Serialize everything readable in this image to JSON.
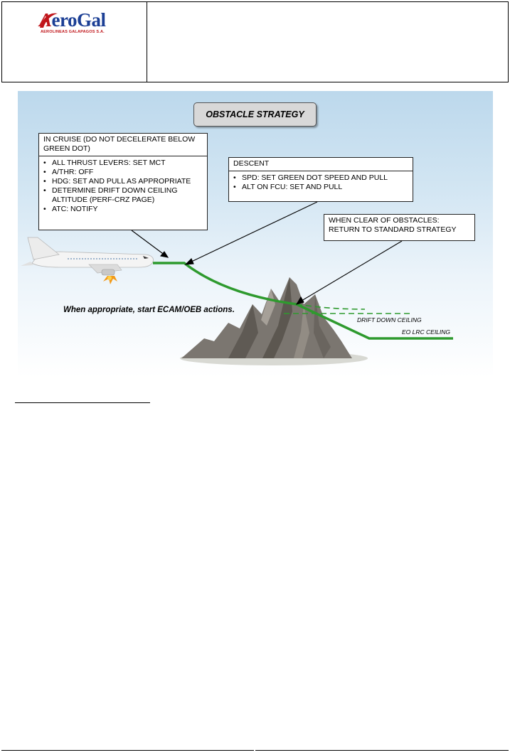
{
  "header": {
    "logo": {
      "name": "AeroGal",
      "subtitle": "AEROLINEAS GALAPAGOS S.A."
    },
    "right_cell": ""
  },
  "figure": {
    "title": "OBSTACLE STRATEGY",
    "cruise": {
      "heading": "IN CRUISE (DO NOT DECELERATE BELOW GREEN DOT)",
      "items": [
        "ALL THRUST LEVERS: SET MCT",
        "A/THR: OFF",
        "HDG: SET AND PULL AS APPROPRIATE",
        "DETERMINE DRIFT DOWN CEILING ALTITUDE (PERF-CRZ PAGE)",
        "ATC: NOTIFY"
      ]
    },
    "descent": {
      "heading": "DESCENT",
      "items": [
        "SPD: SET GREEN DOT SPEED AND PULL",
        "ALT ON FCU: SET AND PULL"
      ]
    },
    "clear": {
      "text": "WHEN CLEAR OF OBSTACLES: RETURN TO STANDARD STRATEGY"
    },
    "ecam_note": "When appropriate, start ECAM/OEB actions.",
    "drift_down_label": "DRIFT DOWN CEILING",
    "eo_lrc_label": "EO LRC CEILING",
    "colors": {
      "path_green": "#2e9a2e",
      "sky": "#bcd8ec",
      "logo_blue": "#1c3f95",
      "logo_red": "#c0151a"
    }
  }
}
